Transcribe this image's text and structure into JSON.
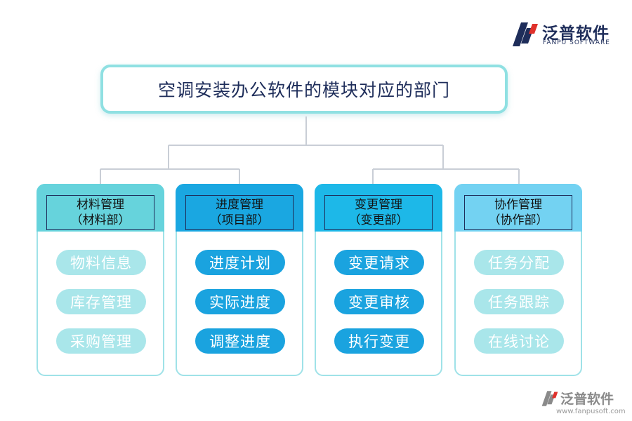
{
  "logo": {
    "brand_cn": "泛普软件",
    "brand_en": "FANPU SOFTWARE",
    "url": "www.fanpusoft.com"
  },
  "title": "空调安装办公软件的模块对应的部门",
  "columns": [
    {
      "heading": "材料管理",
      "department": "（材料部）",
      "items": [
        "物料信息",
        "库存管理",
        "采购管理"
      ],
      "head_color": "#66d3dc",
      "style": "light"
    },
    {
      "heading": "进度管理",
      "department": "（项目部）",
      "items": [
        "进度计划",
        "实际进度",
        "调整进度"
      ],
      "head_color": "#1aa7e1",
      "style": "dark"
    },
    {
      "heading": "变更管理",
      "department": "（变更部）",
      "items": [
        "变更请求",
        "变更审核",
        "执行变更"
      ],
      "head_color": "#1db8e8",
      "style": "dark"
    },
    {
      "heading": "协作管理",
      "department": "（协作部）",
      "items": [
        "任务分配",
        "任务跟踪",
        "在线讨论"
      ],
      "head_color": "#73d2f2",
      "style": "light"
    }
  ],
  "colors": {
    "title_border": "#8fe0e2",
    "navy": "#1e2d5a",
    "logo_red": "#e0312b"
  }
}
